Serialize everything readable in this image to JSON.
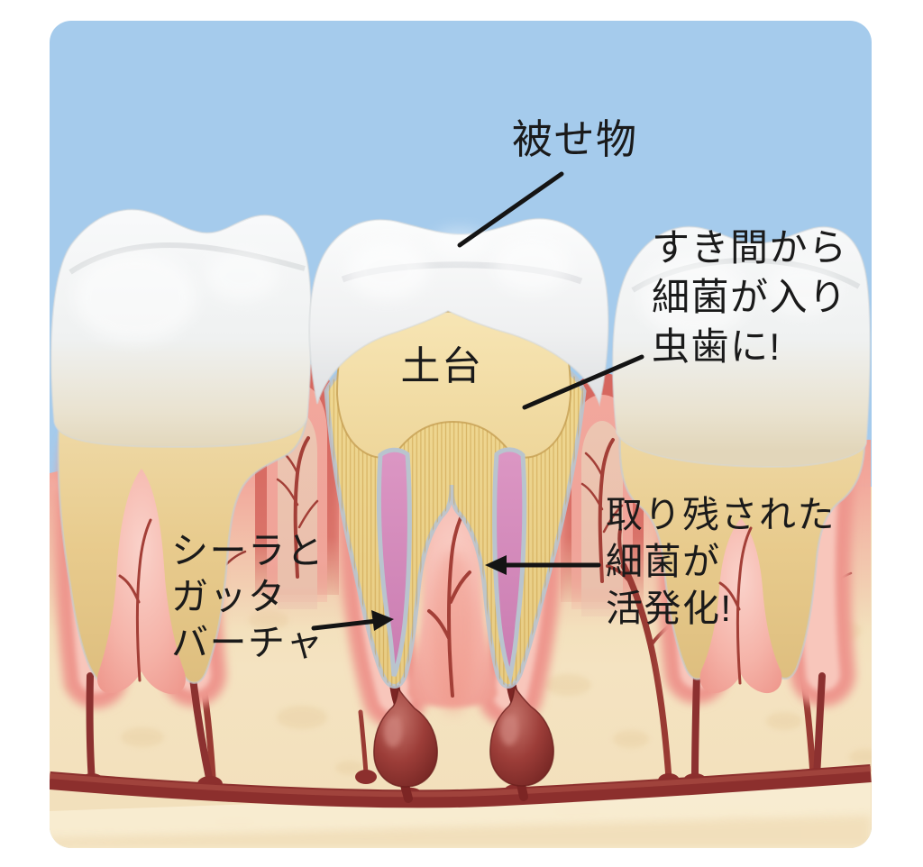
{
  "figure": {
    "description": "dental-cross-section-root-canal-illustration",
    "labels": {
      "crown": {
        "text": "被せ物"
      },
      "gap": {
        "lines": [
          "すき間から",
          "細菌が入り",
          "虫歯に!"
        ]
      },
      "core": {
        "text": "土台"
      },
      "sealer": {
        "lines": [
          "シーラと",
          "ガッタ",
          "バーチャ"
        ]
      },
      "bacteria": {
        "lines": [
          "取り残された",
          "細菌が",
          "活発化!"
        ]
      }
    },
    "colors": {
      "sky": "#a5cbec",
      "bone": "#f4e3c1",
      "gum": "#ef978d",
      "gum_dark": "#d5665e",
      "tooth_white": "#f3f4f5",
      "root_yellow": "#ecd49c",
      "dentin": "#eed794",
      "core_cream": "#f4dfa6",
      "gutta_percha": "#d48abc",
      "sealer_gray": "#b9c4ce",
      "vessel": "#8c2f2d",
      "abscess": "#8e3431",
      "label_text": "#1a1a1a"
    }
  }
}
